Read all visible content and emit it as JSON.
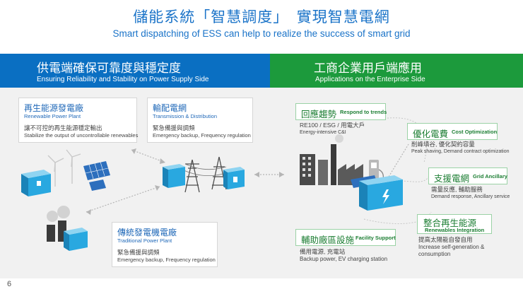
{
  "header": {
    "title": "儲能系統「智慧調度」　實現智慧電網",
    "subtitle": "Smart dispatching of ESS can help to realize the success of smart grid"
  },
  "left_section": {
    "title": "供電端確保可靠度與穩定度",
    "subtitle": "Ensuring Reliability and Stability on Power Supply Side",
    "color": "#0a6fc2",
    "boxes": [
      {
        "title_zh": "再生能源發電廠",
        "title_en": "Renewable Power Plant",
        "desc_zh": "讓不可控的再生能源穩定輸出",
        "desc_en": "Stabilize the output of uncontrollable renewables"
      },
      {
        "title_zh": "輸配電網",
        "title_en": "Transmission & Distribution",
        "desc_zh": "緊急備援與調頻",
        "desc_en": "Emergency backup, Frequency regulation"
      },
      {
        "title_zh": "傳統發電機電廠",
        "title_en": "Traditional Power Plant",
        "desc_zh": "緊急備援與調頻",
        "desc_en": "Emergency backup, Frequency regulation"
      }
    ]
  },
  "right_section": {
    "title": "工商企業用戶端應用",
    "subtitle": "Applications on the Enterprise Side",
    "color": "#1c9a3c",
    "items": [
      {
        "title_zh": "回應趨勢",
        "title_en": "Respond to trends",
        "desc_zh": "RE100 / ESG / 用電大戶",
        "desc_en": "Energy-intensive C&I"
      },
      {
        "title_zh": "優化電費",
        "title_en": "Cost Optimization",
        "desc_zh": "削峰填谷, 優化契約容量",
        "desc_en": "Peak shaving, Demand contract optimization"
      },
      {
        "title_zh": "支援電網",
        "title_en": "Grid Ancillary",
        "desc_zh": "需量反應, 輔助服務",
        "desc_en": "Demand response, Ancillary service"
      },
      {
        "title_zh": "整合再生能源",
        "title_en": "Renewables Integration",
        "desc_zh": "提高太陽能自發自用",
        "desc_en": "Increase self-generation &",
        "desc_en2": "consumption"
      },
      {
        "title_zh": "輔助廠區設施",
        "title_en": "Facility Support",
        "desc_zh": "備用電源, 充電站",
        "desc_en": "Backup power, EV charging station"
      }
    ]
  },
  "page_number": "6"
}
